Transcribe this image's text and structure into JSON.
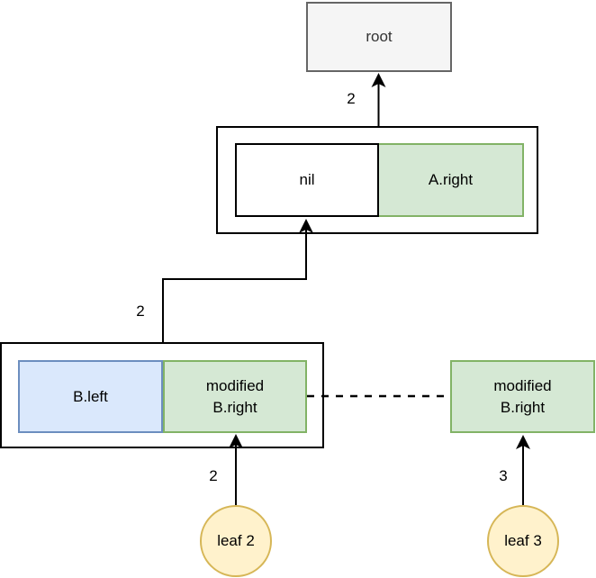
{
  "diagram": {
    "nodes": {
      "root": {
        "label": "root",
        "fill": "#f5f5f5",
        "stroke": "#666666",
        "text_color": "#333333"
      },
      "parent_box": {
        "fill": "#ffffff",
        "stroke": "#000000"
      },
      "nil_cell": {
        "label": "nil",
        "fill": "#ffffff",
        "stroke": "#000000"
      },
      "a_right_cell": {
        "label": "A.right",
        "fill": "#d5e8d4",
        "stroke": "#82b366"
      },
      "left_box": {
        "fill": "#ffffff",
        "stroke": "#000000"
      },
      "b_left_cell": {
        "label": "B.left",
        "fill": "#dae8fc",
        "stroke": "#6c8ebf"
      },
      "modified_b_right_left": {
        "lines": [
          "modified",
          "B.right"
        ],
        "fill": "#d5e8d4",
        "stroke": "#82b366"
      },
      "modified_b_right_right": {
        "lines": [
          "modified",
          "B.right"
        ],
        "fill": "#d5e8d4",
        "stroke": "#82b366"
      },
      "leaf2": {
        "label": "leaf 2",
        "fill": "#fff2cc",
        "stroke": "#d6b656"
      },
      "leaf3": {
        "label": "leaf 3",
        "fill": "#fff2cc",
        "stroke": "#d6b656"
      }
    },
    "edges": {
      "parent_to_root": {
        "label": "2",
        "style": "solid-arrow-up"
      },
      "left_to_parent": {
        "label": "2",
        "style": "solid-arrow-elbow"
      },
      "leaf2_to_modified": {
        "label": "2",
        "style": "solid-arrow-up"
      },
      "leaf3_to_modified": {
        "label": "3",
        "style": "solid-arrow-up"
      },
      "modified_to_modified": {
        "label": "",
        "style": "dashed-line"
      }
    },
    "edge_color": "#000000"
  }
}
